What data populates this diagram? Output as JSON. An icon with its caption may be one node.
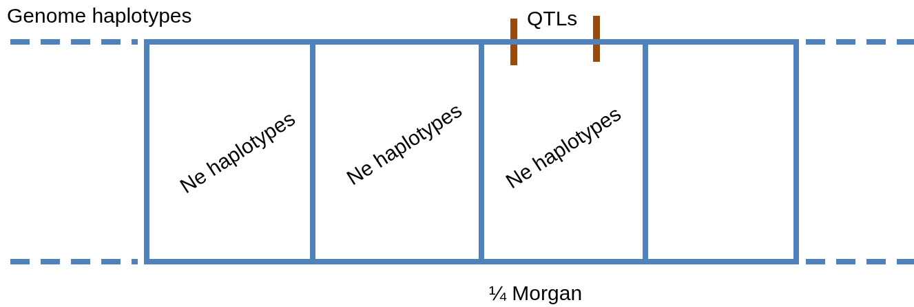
{
  "diagram": {
    "nodes": [
      {
        "text": [
          "Ne haplotypes"
        ]
      },
      {
        "text": [
          "Ne haplotypes"
        ]
      },
      {
        "text": [
          "Ne haplotypes"
        ]
      },
      {
        "text": [],
        "shape": "box"
      }
    ],
    "labels": [
      "Genome haplotypes",
      "QTLs",
      "¼ Morgan"
    ]
  }
}
